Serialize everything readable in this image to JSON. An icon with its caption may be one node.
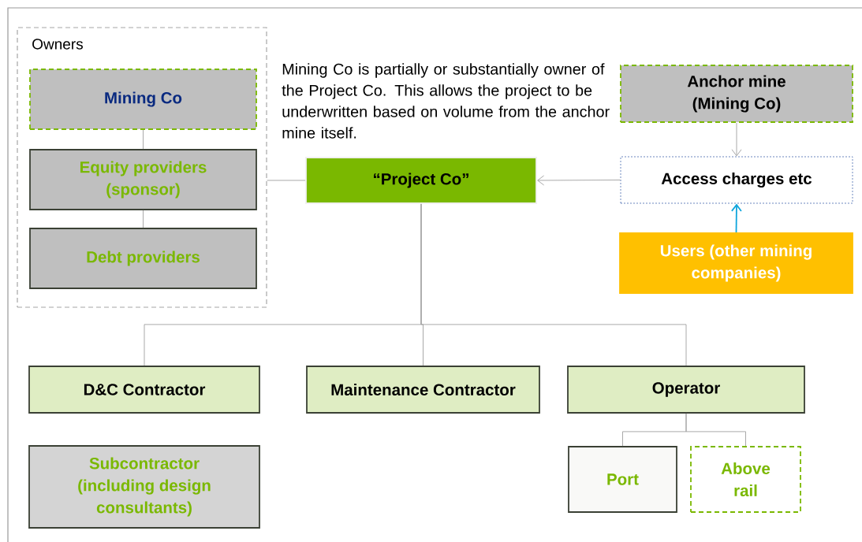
{
  "diagram": {
    "nodes": [
      {
        "text": [
          "Owners"
        ]
      },
      {
        "text": [
          "Mining Co"
        ],
        "in": 0
      },
      {
        "text": [
          "Equity providers (sponsor)"
        ],
        "in": 0
      },
      {
        "text": [
          "Debt providers"
        ],
        "in": 0
      },
      {
        "text": [
          "“Project Co”"
        ]
      },
      {
        "text": [
          "Anchor mine (Mining Co)"
        ]
      },
      {
        "text": [
          "Access charges etc"
        ]
      },
      {
        "text": [
          "Users (other mining companies)"
        ]
      },
      {
        "text": [
          "D&C Contractor"
        ]
      },
      {
        "text": [
          "Maintenance Contractor"
        ]
      },
      {
        "text": [
          "Operator"
        ]
      },
      {
        "text": [
          "Subcontractor (including design consultants)"
        ]
      },
      {
        "text": [
          "Port"
        ]
      },
      {
        "text": [
          "Above rail"
        ]
      }
    ],
    "edges": [
      {
        "from": 1,
        "to": 2,
        "arrow": "none"
      },
      {
        "from": 2,
        "to": 3,
        "arrow": "none"
      },
      {
        "from": 0,
        "to": 4,
        "arrow": "none"
      },
      {
        "from": 6,
        "to": 4,
        "arrow": "to"
      },
      {
        "from": 5,
        "to": 6,
        "arrow": "to"
      },
      {
        "from": 7,
        "to": 6,
        "arrow": "to",
        "color": "#0ea5dc"
      },
      {
        "from": 4,
        "to": 8,
        "arrow": "none"
      },
      {
        "from": 4,
        "to": 9,
        "arrow": "none"
      },
      {
        "from": 4,
        "to": 10,
        "arrow": "none"
      },
      {
        "from": 10,
        "to": 12,
        "arrow": "none"
      },
      {
        "from": 10,
        "to": 13,
        "arrow": "none"
      }
    ],
    "labels": [
      "Mining Co is partially or substantially owner of the Project Co.  This allows the project to be underwritten based on volume from the anchor mine itself."
    ]
  }
}
